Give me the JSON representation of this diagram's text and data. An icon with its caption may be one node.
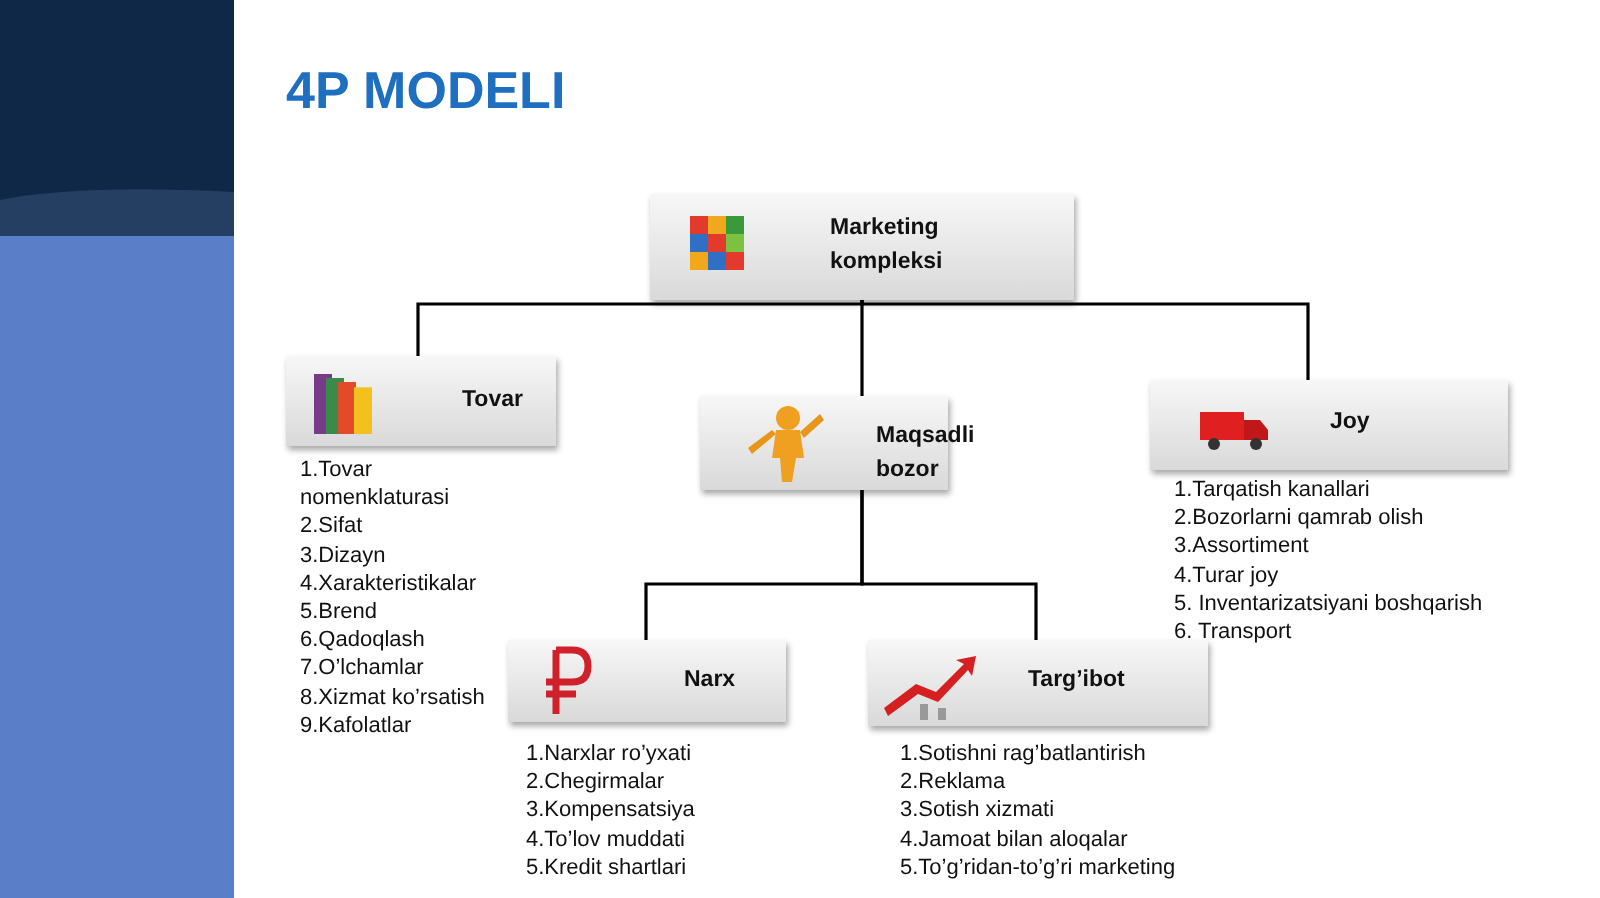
{
  "diagram": {
    "title": "4P MODELI",
    "nodes": [
      {
        "text": [
          "Marketing kompleksi"
        ]
      },
      {
        "text": [
          "Tovar"
        ],
        "beside": [
          "1.Tovar nomenklaturasi",
          "2.Sifat",
          "3.Dizayn",
          "4.Xarakteristikalar",
          "5.Brend",
          "6.Qadoqlash",
          "7.O’lchamlar",
          "8.Xizmat ko’rsatish",
          "9.Kafolatlar"
        ]
      },
      {
        "text": [
          "Maqsadli bozor"
        ]
      },
      {
        "text": [
          "Joy"
        ],
        "beside": [
          "1.Tarqatish kanallari",
          "2.Bozorlarni qamrab olish",
          "3.Assortiment",
          "4.Turar joy",
          "5. Inventarizatsiyani boshqarish",
          "6. Transport"
        ]
      },
      {
        "text": [
          "Narx"
        ],
        "beside": [
          "1.Narxlar ro’yxati",
          "2.Chegirmalar",
          "3.Kompensatsiya",
          "4.To’lov muddati",
          "5.Kredit shartlari"
        ]
      },
      {
        "text": [
          "Targ’ibot"
        ],
        "beside": [
          "1.Sotishni rag’batlantirish",
          "2.Reklama",
          "3.Sotish xizmati",
          "4.Jamoat bilan aloqalar",
          "5.To’g’ridan-to’g’ri marketing"
        ]
      }
    ],
    "edges": [
      {
        "from": 0,
        "to": 1,
        "arrow": "none"
      },
      {
        "from": 0,
        "to": 2,
        "arrow": "none"
      },
      {
        "from": 0,
        "to": 3,
        "arrow": "none"
      },
      {
        "from": 2,
        "to": 4,
        "arrow": "none"
      },
      {
        "from": 2,
        "to": 5,
        "arrow": "none"
      }
    ]
  }
}
